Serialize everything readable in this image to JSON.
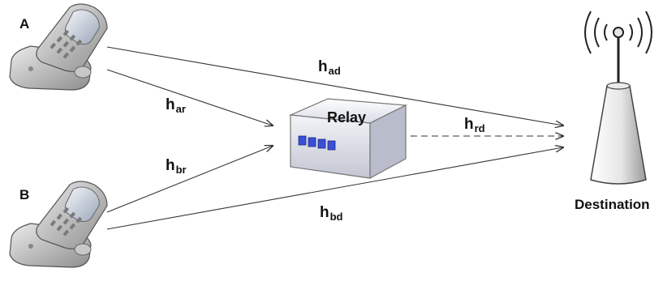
{
  "nodes": {
    "a": "A",
    "b": "B",
    "relay": "Relay",
    "destination": "Destination"
  },
  "channels": {
    "ad": {
      "base": "h",
      "sub": "ad"
    },
    "ar": {
      "base": "h",
      "sub": "ar"
    },
    "br": {
      "base": "h",
      "sub": "br"
    },
    "bd": {
      "base": "h",
      "sub": "bd"
    },
    "rd": {
      "base": "h",
      "sub": "rd"
    }
  },
  "icons": {
    "phone": "flip-phone-icon",
    "relay": "relay-box-icon",
    "tower": "antenna-tower-icon"
  },
  "colors": {
    "lines": "#333333",
    "phone_body": "#b8b8b8",
    "relay_body": "#e4e6f0",
    "relay_leds": "#3a4fd6",
    "tower": "#d9d9d9"
  }
}
